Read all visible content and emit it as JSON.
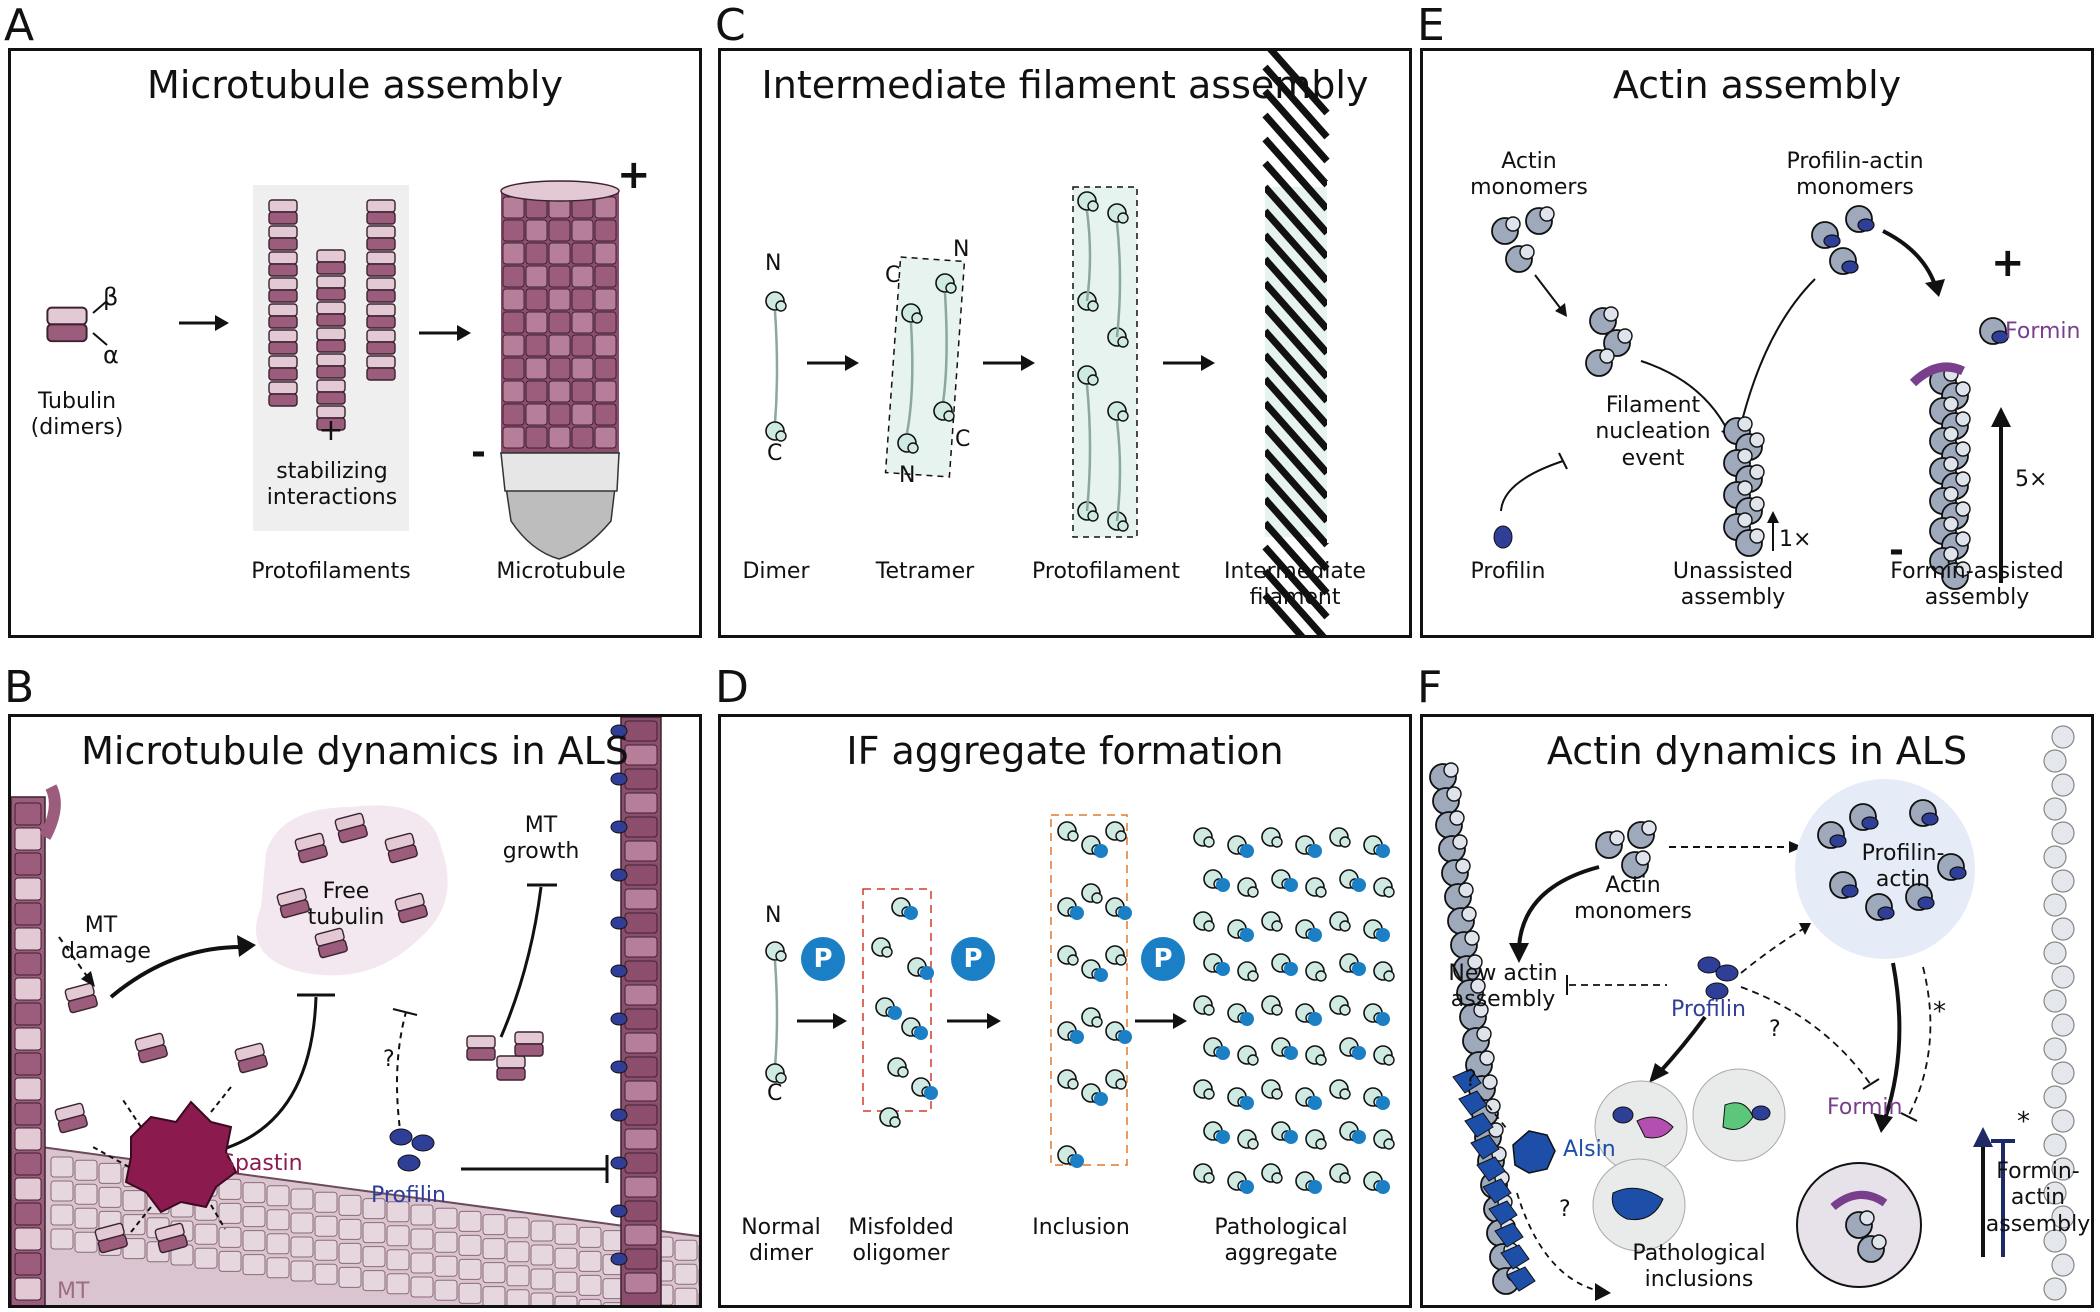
{
  "colors": {
    "tubulin": "#9c5c7c",
    "tubulin_light": "#e3c9d4",
    "spastin": "#8b1a4f",
    "profilin": "#2f3f98",
    "actin": "#9ea9bc",
    "if": "#cfeae2",
    "phospho": "#1a7fc4",
    "formin": "#7a3f8c"
  },
  "panels": {
    "A": {
      "letter": "A",
      "title": "Microtubule assembly",
      "beta": "β",
      "alpha": "α",
      "tubulin": "Tubulin\n(dimers)",
      "plus_sign": "+",
      "stabilizing": "stabilizing\ninteractions",
      "protofilaments": "Protofilaments",
      "microtubule": "Microtubule",
      "plus_end": "+",
      "minus_end": "-"
    },
    "B": {
      "letter": "B",
      "title": "Microtubule dynamics in ALS",
      "mt_damage": "MT\ndamage",
      "free_tubulin": "Free\ntubulin",
      "mt_growth": "MT\ngrowth",
      "question": "?",
      "spastin": "Spastin",
      "profilin": "Profilin",
      "mt": "MT"
    },
    "C": {
      "letter": "C",
      "title": "Intermediate filament assembly",
      "n_label": "N",
      "c_label": "C",
      "dimer": "Dimer",
      "tetramer": "Tetramer",
      "protofilament": "Protofilament",
      "intermediate_filament": "Intermediate\nfilament"
    },
    "D": {
      "letter": "D",
      "title": "IF aggregate formation",
      "n_label": "N",
      "c_label": "C",
      "p": "P",
      "normal_dimer": "Normal\ndimer",
      "misfolded_oligomer": "Misfolded\noligomer",
      "inclusion": "Inclusion",
      "pathological_aggregate": "Pathological\naggregate"
    },
    "E": {
      "letter": "E",
      "title": "Actin assembly",
      "actin_monomers": "Actin\nmonomers",
      "profilin_actin_monomers": "Profilin-actin\nmonomers",
      "plus_end": "+",
      "formin": "Formin",
      "nucleation": "Filament\nnucleation\nevent",
      "profilin": "Profilin",
      "unassisted": "Unassisted\nassembly",
      "one_x": "1×",
      "minus_end": "-",
      "five_x": "5×",
      "formin_assisted": "Formin-assisted\nassembly"
    },
    "F": {
      "letter": "F",
      "title": "Actin dynamics in ALS",
      "actin_monomers": "Actin\nmonomers",
      "profilin_actin": "Profilin-\nactin",
      "new_actin": "New actin\nassembly",
      "profilin": "Profilin",
      "question": "?",
      "star": "*",
      "formin": "Formin",
      "alsin": "Alsin",
      "pathological_inclusions": "Pathological\ninclusions",
      "formin_actin": "Formin-\nactin\nassembly"
    }
  }
}
